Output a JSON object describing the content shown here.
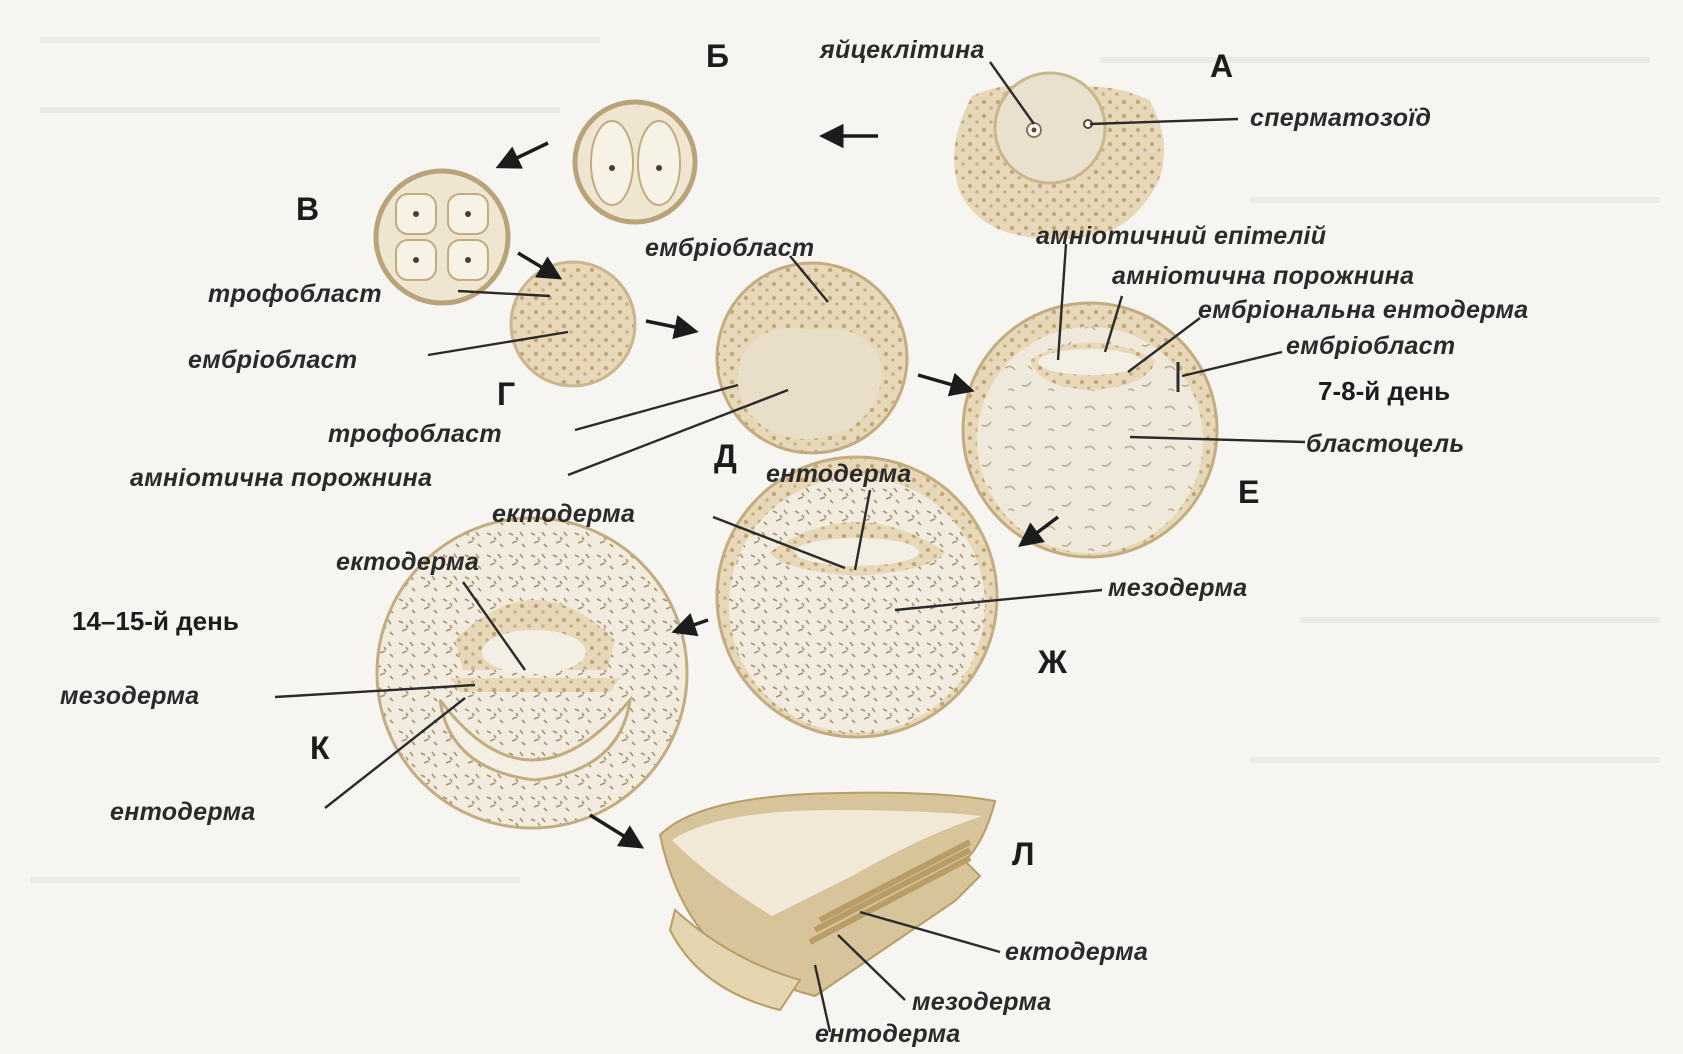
{
  "stages": {
    "a": "А",
    "b": "Б",
    "v": "В",
    "g": "Г",
    "d": "Д",
    "e": "Е",
    "zh": "Ж",
    "k": "К",
    "l": "Л"
  },
  "days": {
    "e": "7-8-й день",
    "k": "14–15-й день"
  },
  "labels": {
    "a_egg": "яйцеклітина",
    "a_sperm": "сперматозоїд",
    "g_trophoblast": "трофобласт",
    "g_embryoblast": "ембріобласт",
    "d_embryoblast": "ембріобласт",
    "d_trophoblast": "трофобласт",
    "d_amniotic_cavity": "амніотична порожнина",
    "e_amniotic_epithelium": "амніотичний епітелій",
    "e_amniotic_cavity": "амніотична порожнина",
    "e_embryonic_endoderm": "ембріональна ентодерма",
    "e_embryoblast": "ембріобласт",
    "e_blastocoel": "бластоцель",
    "zh_endoderm": "ентодерма",
    "zh_ectoderm": "ектодерма",
    "zh_mesoderm": "мезодерма",
    "k_ectoderm": "ектодерма",
    "k_mesoderm": "мезодерма",
    "k_endoderm": "ентодерма",
    "l_ectoderm": "ектодерма",
    "l_mesoderm": "мезодерма",
    "l_endoderm": "ентодерма"
  },
  "colors": {
    "background": "#f6f5f1",
    "tissue_fill": "#e8dcc0",
    "tissue_dark": "#cbb58a",
    "cell_dot": "#b89d66",
    "cavity": "#f3efe4",
    "leader": "#2b2b2b"
  }
}
